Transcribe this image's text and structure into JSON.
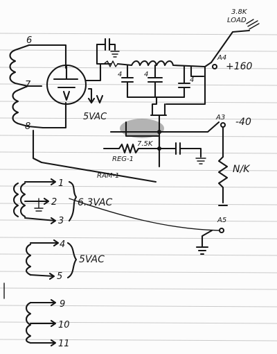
{
  "labels": {
    "load_value": "3.8K",
    "load_word": "LOAD",
    "a4": "A4",
    "plus160": "+160",
    "tube_heater": "5VAC",
    "a3": "A3",
    "minus40": "-40",
    "resistor_value": "7.5K",
    "reg1": "REG-1",
    "ram1": "RAM-1",
    "nk": "N/K",
    "a5": "A5",
    "pin1": "1",
    "pin2": "2",
    "pin3": "3",
    "filament_6v3": "6.3VAC",
    "pin4": "4",
    "pin5": "5",
    "filament_5v": "5VAC",
    "pin6": "6",
    "pin7": "7",
    "pin8": "8",
    "pin9": "9",
    "pin10": "10",
    "pin11": "11",
    "cap4a": "4",
    "cap4b": "4",
    "cap4c": "4"
  }
}
